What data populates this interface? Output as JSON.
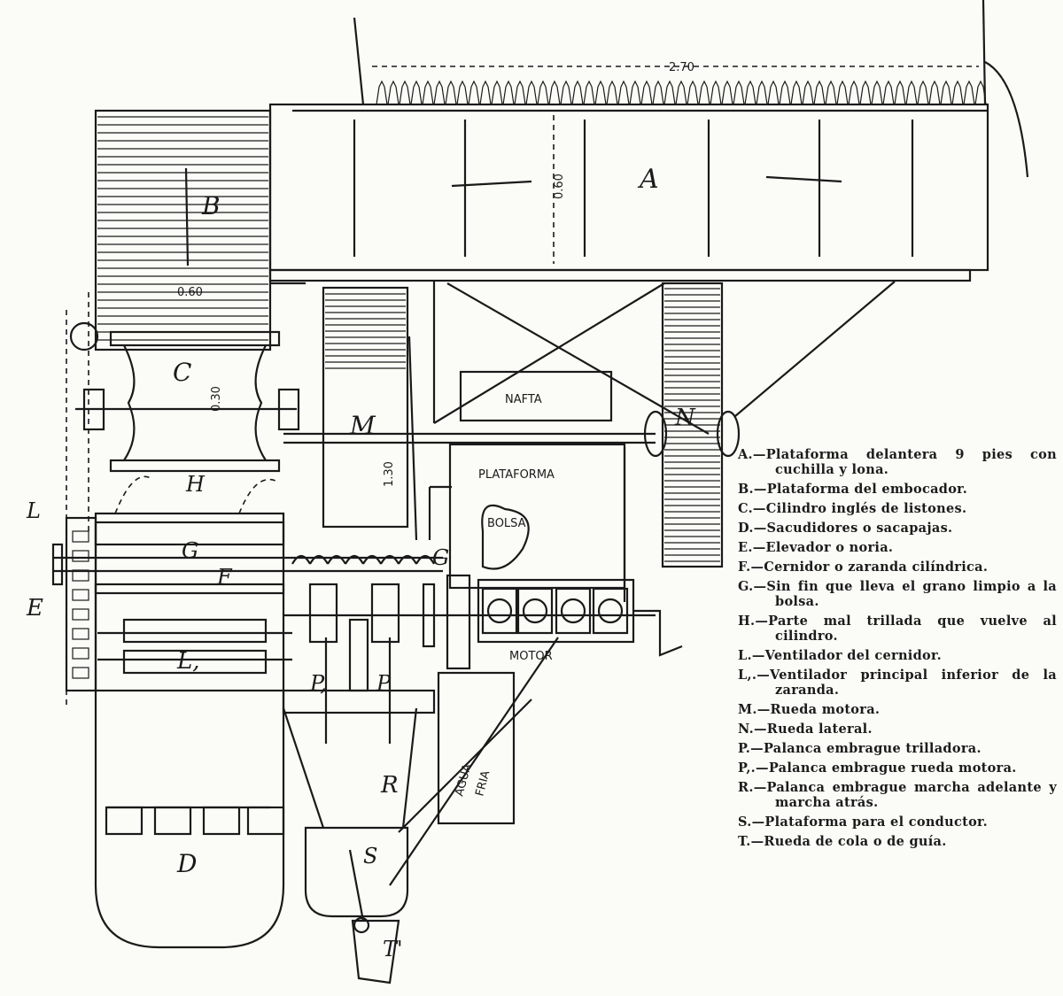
{
  "diagram": {
    "dimensions": {
      "width_A": "2.70",
      "depth_A": "0.60",
      "width_B": "0.60",
      "cylinder": "0.30",
      "wheel_M": "1.30"
    },
    "labels": {
      "A": "A",
      "B": "B",
      "C": "C",
      "D": "D",
      "E": "E",
      "F": "F",
      "G": "G",
      "H": "H",
      "L": "L",
      "L1": "L,",
      "M": "M",
      "N": "N",
      "P": "P",
      "P1": "P,",
      "R": "R",
      "S": "S",
      "T": "T'",
      "nafta": "NAFTA",
      "plataforma": "PLATAFORMA",
      "bolsa": "BOLSA",
      "motor": "MOTOR",
      "agua": "AGUA",
      "fria": "FRIA"
    }
  },
  "legend": [
    {
      "key": "A.",
      "text": "Plataforma delantera 9 pies con cuchilla y lona."
    },
    {
      "key": "B.",
      "text": "Plataforma del embocador."
    },
    {
      "key": "C.",
      "text": "Cilindro inglés de listones."
    },
    {
      "key": "D.",
      "text": "Sacudidores o sacapajas."
    },
    {
      "key": "E.",
      "text": "Elevador o noria."
    },
    {
      "key": "F.",
      "text": "Cernidor o zaranda cilíndrica."
    },
    {
      "key": "G.",
      "text": "Sin fin que lleva el grano limpio a la bolsa."
    },
    {
      "key": "H.",
      "text": "Parte mal trillada que vuelve al cilindro."
    },
    {
      "key": "L.",
      "text": "Ventilador del cernidor."
    },
    {
      "key": "L,.",
      "text": "Ventilador principal inferior de la zaranda."
    },
    {
      "key": "M.",
      "text": "Rueda motora."
    },
    {
      "key": "N.",
      "text": "Rueda lateral."
    },
    {
      "key": "P.",
      "text": "Palanca embrague trilladora."
    },
    {
      "key": "P,.",
      "text": "Palanca embrague rueda motora."
    },
    {
      "key": "R.",
      "text": "Palanca embrague marcha adelante y marcha atrás."
    },
    {
      "key": "S.",
      "text": "Plataforma para el conductor."
    },
    {
      "key": "T.",
      "text": "Rueda de cola o de guía."
    }
  ]
}
